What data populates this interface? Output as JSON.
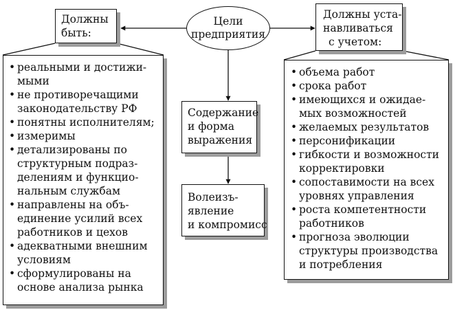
{
  "goals": [
    "Цели",
    "предприятия"
  ],
  "left_header": [
    "Должны",
    "быть:"
  ],
  "right_header": [
    "Должны уста-",
    "навливаться",
    "с учетом:"
  ],
  "center_box1": [
    "Содержание",
    "и форма",
    "выражения"
  ],
  "center_box2": [
    "Волеизъ-",
    "явление",
    "и компромисс"
  ],
  "left_items": [
    [
      "реальными и достижи-",
      "мыми"
    ],
    [
      "не противоречащими",
      "законодательству РФ"
    ],
    [
      "понятны исполнителям;"
    ],
    [
      "измеримы"
    ],
    [
      "детализированы по",
      "структурным подраз-",
      "делениям и функцио-",
      "нальным службам"
    ],
    [
      "направлены на объ-",
      "единение усилий всех",
      "работников и цехов"
    ],
    [
      "адекватными внешним",
      "условиям"
    ],
    [
      "сформулированы на",
      "основе анализа рынка"
    ]
  ],
  "right_items": [
    [
      "объема работ"
    ],
    [
      "срока работ"
    ],
    [
      "имеющихся и ожидае-",
      "мых возможностей"
    ],
    [
      "желаемых результатов"
    ],
    [
      "персонификации"
    ],
    [
      "гибкости и возможности",
      "корректировки"
    ],
    [
      "сопоставимости на всех",
      "уровнях управления"
    ],
    [
      "роста компетентности",
      "работников"
    ],
    [
      "прогноза эволюции",
      "структуры производства",
      "и потребления"
    ]
  ]
}
